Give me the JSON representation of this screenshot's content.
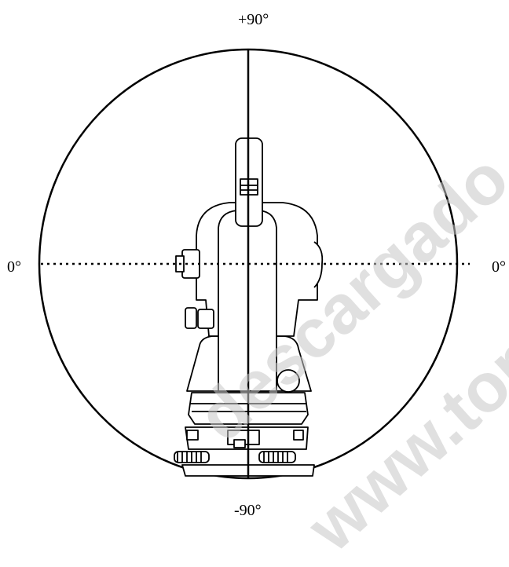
{
  "labels": {
    "top": "+90°",
    "left": "0°",
    "right": "0°",
    "bottom": "-90°"
  },
  "watermark": {
    "line1": "descargado de",
    "line2": "www.topografia.cl"
  },
  "colors": {
    "stroke": "#000000",
    "watermark": "#c8c8c8"
  }
}
